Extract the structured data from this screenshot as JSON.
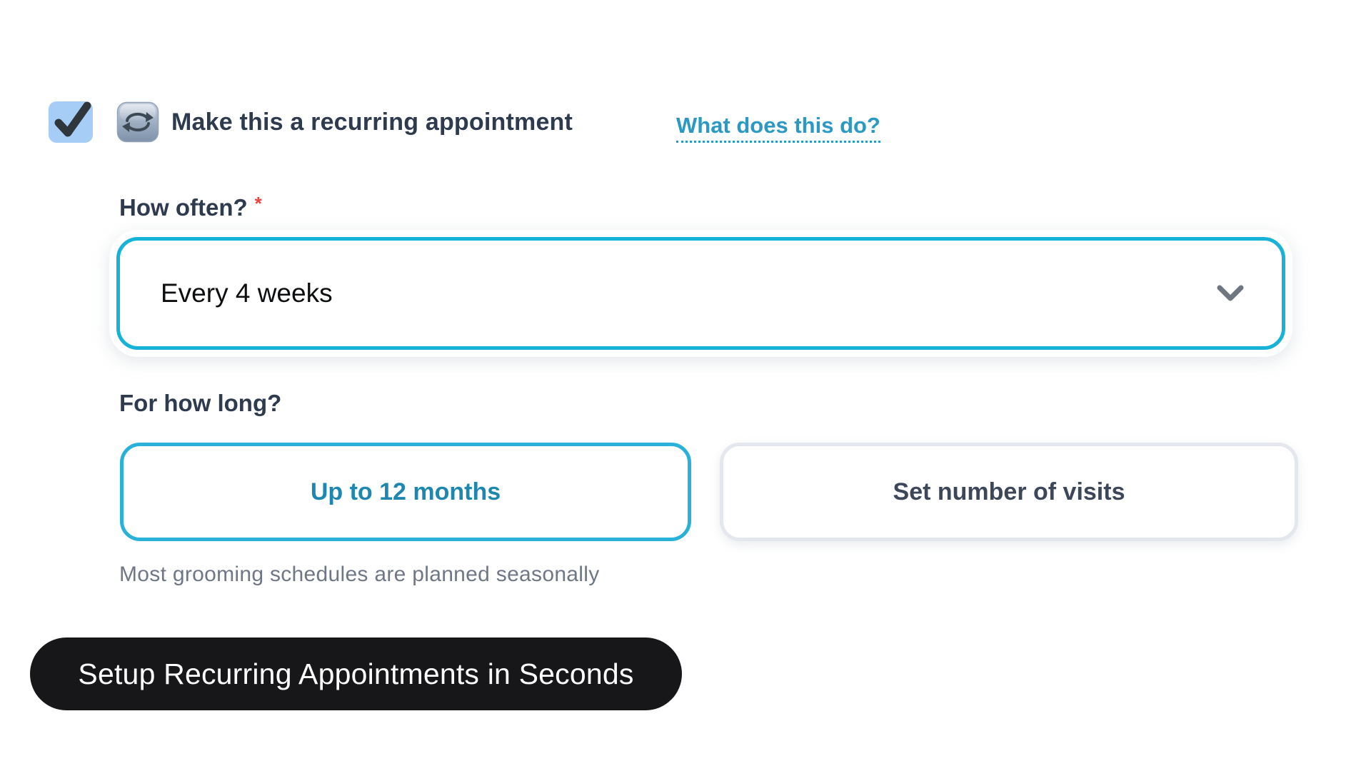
{
  "recurring_section": {
    "checkbox_checked": true,
    "title": "Make this a recurring appointment",
    "help_link": "What does this do?"
  },
  "how_often": {
    "label": "How often?",
    "required_marker": "*",
    "select": {
      "value": "Every 4 weeks"
    }
  },
  "for_how_long": {
    "label": "For how long?",
    "options": [
      {
        "label": "Up to 12 months",
        "selected": true
      },
      {
        "label": "Set number of visits",
        "selected": false
      }
    ],
    "helper_text": "Most grooming schedules are planned seasonally"
  },
  "caption_badge": {
    "text": "Setup Recurring Appointments in Seconds"
  },
  "icons": {
    "checkbox_check": "checkmark-icon",
    "recurring": "recurring-arrows-icon",
    "select_chevron": "chevron-down-icon"
  },
  "colors": {
    "accent_cyan": "#17b2d8",
    "link_blue": "#2b99c4",
    "text_dark_slate": "#2e3b4e",
    "select_text_black": "#0c0e10",
    "helper_gray": "#6f7787",
    "selected_option_text": "#1e87b0",
    "unselected_border": "#e4e7ee",
    "badge_background": "#17171a",
    "checkbox_background": "#a6cdf6",
    "required_red": "#f0413d"
  }
}
